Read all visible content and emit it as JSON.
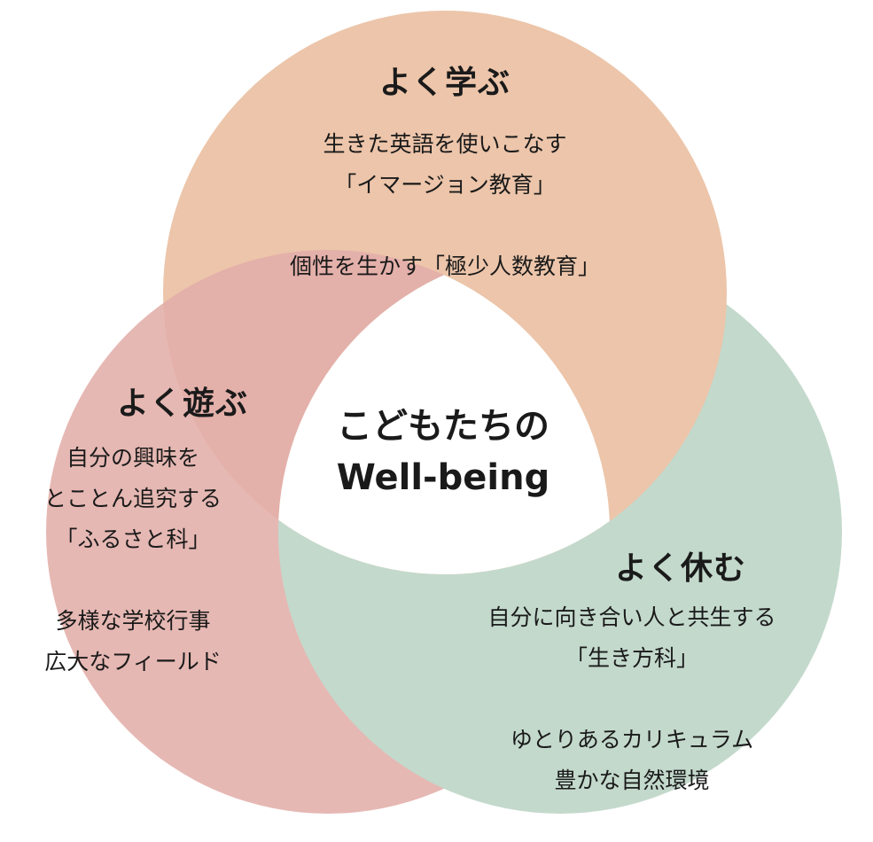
{
  "colors": {
    "learn_circle": "#ecc5aa",
    "play_circle": "#e6b8b3",
    "rest_circle": "#c3d9cc",
    "learn_play_overlap": "#e0a9a2",
    "center": "#ffffff",
    "text": "#1a1a1a"
  },
  "learn": {
    "title": "よく学ぶ",
    "lines": [
      "生きた英語を使いこなす",
      "「イマージョン教育」",
      "",
      "個性を生かす「極少人数教育」"
    ]
  },
  "play": {
    "title": "よく遊ぶ",
    "lines": [
      "自分の興味を",
      "とことん追究する",
      "「ふるさと科」",
      "",
      "多様な学校行事",
      "広大なフィールド"
    ]
  },
  "rest": {
    "title": "よく休む",
    "lines": [
      "自分に向き合い人と共生する",
      "「生き方科」",
      "",
      "ゆとりあるカリキュラム",
      "豊かな自然環境"
    ]
  },
  "center": {
    "line1": "こどもたちの",
    "line2": "Well-being"
  }
}
